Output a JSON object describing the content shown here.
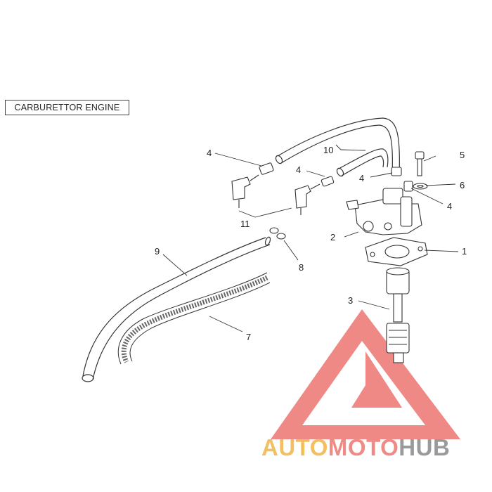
{
  "title_box": "CARBURETTOR ENGINE",
  "callouts": {
    "c1": "1",
    "c2": "2",
    "c3": "3",
    "c4a": "4",
    "c4b": "4",
    "c4c": "4",
    "c4d": "4",
    "c5": "5",
    "c6": "6",
    "c7": "7",
    "c8": "8",
    "c9": "9",
    "c10": "10",
    "c11": "11"
  },
  "watermark": {
    "part1": "AUTO",
    "part2": "MOTO",
    "part3": "HUB"
  },
  "colors": {
    "line": "#333333",
    "watermark_red": "#e9625e",
    "watermark_yellow": "#f3bf63",
    "watermark_grey": "#9a9a9a"
  }
}
